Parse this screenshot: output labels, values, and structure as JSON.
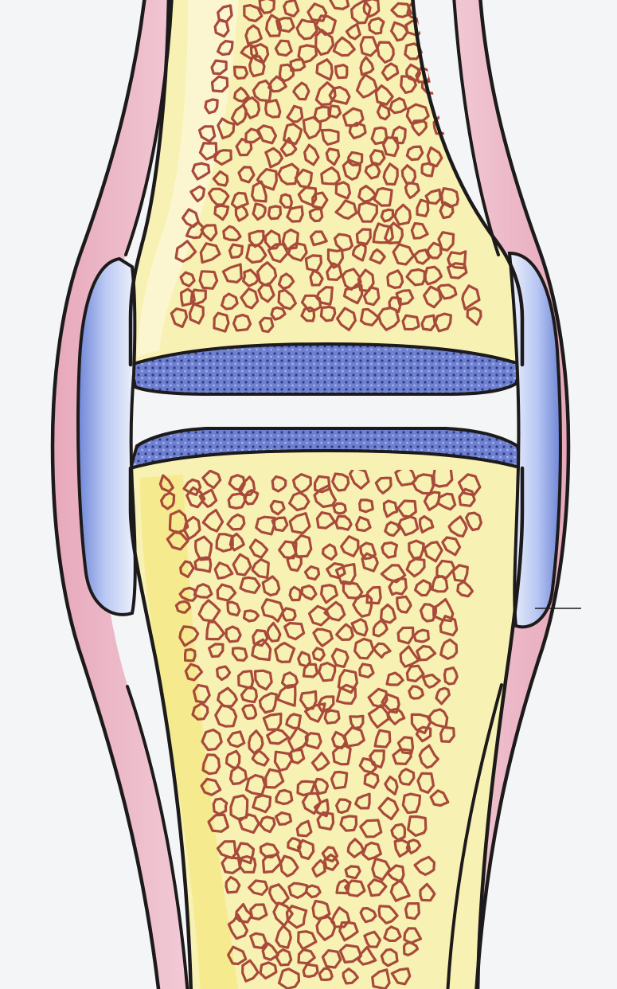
{
  "diagram": {
    "subject": "synovial-joint-cross-section",
    "labels": [],
    "colors": {
      "background": "#f4f5f7",
      "outline": "#1c1a1a",
      "capsule_pink": "#e9b3c3",
      "capsule_pink_light": "#f3cfd9",
      "bone_yellow": "#f7efae",
      "bone_yellow_light": "#fbf7cf",
      "cartilage_blue": "#7f8fd8",
      "cartilage_blue_dark": "#3b4fa8",
      "meniscus_blue": "#9fb2ec",
      "meniscus_light": "#dbe4fa",
      "pore_stroke": "#a84a3a",
      "pore_fill": "#c97c5e"
    },
    "icons": [
      "spongy-bone-texture",
      "articular-cartilage",
      "meniscus",
      "synovial-capsule"
    ]
  }
}
